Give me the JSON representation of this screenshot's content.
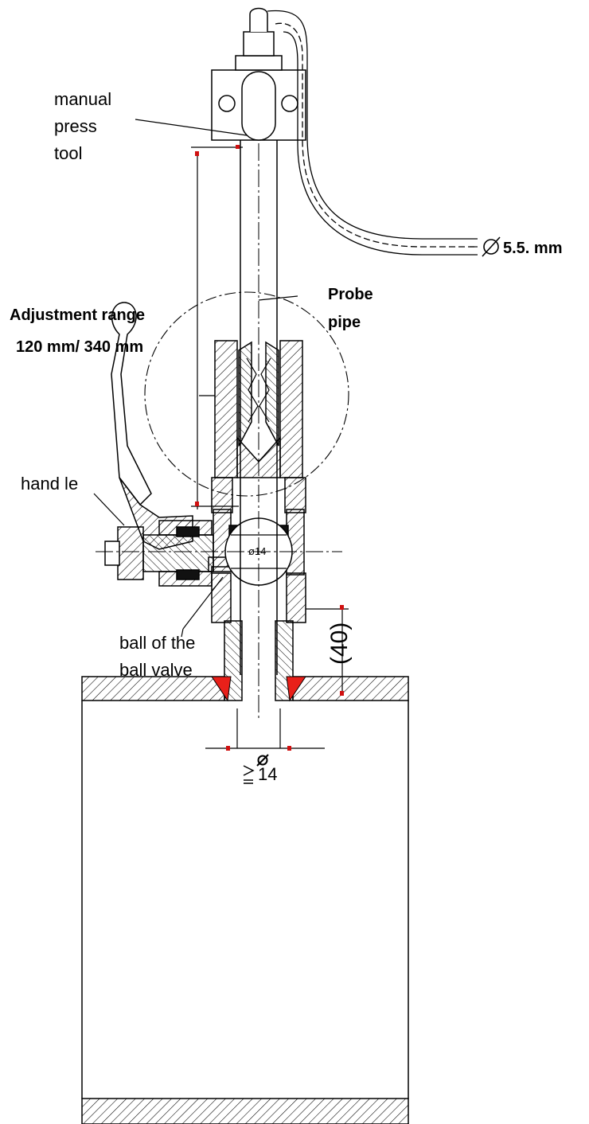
{
  "labels": {
    "press_tool": [
      "manual",
      "press",
      "tool"
    ],
    "diameter_pipe": "5.5. mm",
    "probe_pipe": [
      "Probe",
      "pipe"
    ],
    "adjustment_range": [
      "Adjustment range",
      "120 mm/ 340 mm"
    ],
    "handle": "hand le",
    "inner_diameter": "ø14",
    "ball": [
      "ball of the",
      "ball valve"
    ],
    "height": "(40)",
    "bore": "14"
  },
  "colors": {
    "line": "#000000",
    "weld": "#e8201a",
    "marker": "#d01010"
  }
}
